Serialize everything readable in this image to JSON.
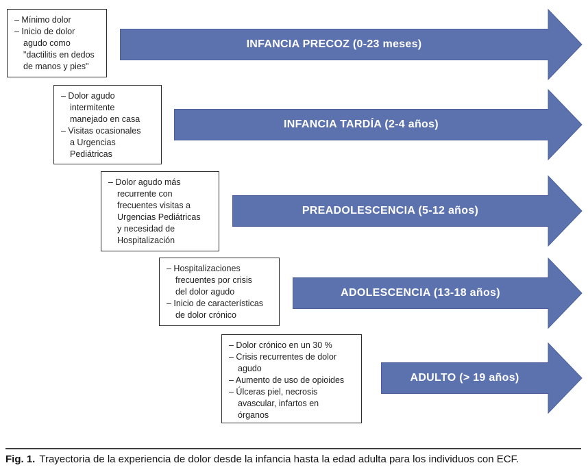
{
  "colors": {
    "arrow_fill": "#5C72AE",
    "arrow_stroke": "#4A5F9C",
    "arrow_label_text": "#FFFFFF",
    "box_border": "#2B2B2B",
    "body_text": "#1E1E1E",
    "caption_rule": "#3D3D3D"
  },
  "stages": [
    {
      "label": "INFANCIA PRECOZ (0-23 meses)",
      "bullets": [
        "– Mínimo dolor",
        "– Inicio de dolor\nagudo como\n\"dactilitis en dedos\nde manos y pies\""
      ]
    },
    {
      "label": "INFANCIA TARDÍA (2-4 años)",
      "bullets": [
        "– Dolor agudo\nintermitente\nmanejado en casa",
        "– Visitas ocasionales\na Urgencias\nPediátricas"
      ]
    },
    {
      "label": "PREADOLESCENCIA (5-12 años)",
      "bullets": [
        "– Dolor agudo más\nrecurrente con\nfrecuentes visitas a\nUrgencias Pediátricas\ny necesidad de\nHospitalización"
      ]
    },
    {
      "label": "ADOLESCENCIA (13-18 años)",
      "bullets": [
        "– Hospitalizaciones\nfrecuentes por crisis\ndel dolor agudo",
        "– Inicio de características\nde dolor crónico"
      ]
    },
    {
      "label": "ADULTO (> 19 años)",
      "bullets": [
        "– Dolor crónico en un 30 %",
        "– Crisis recurrentes de dolor\nagudo",
        "– Aumento de uso de opioides",
        "– Úlceras piel, necrosis\navascular, infartos en\nórganos"
      ]
    }
  ],
  "caption": {
    "label": "Fig. 1.",
    "text": "Trayectoria de la experiencia de dolor desde la infancia hasta la edad adulta para los individuos con ECF."
  }
}
